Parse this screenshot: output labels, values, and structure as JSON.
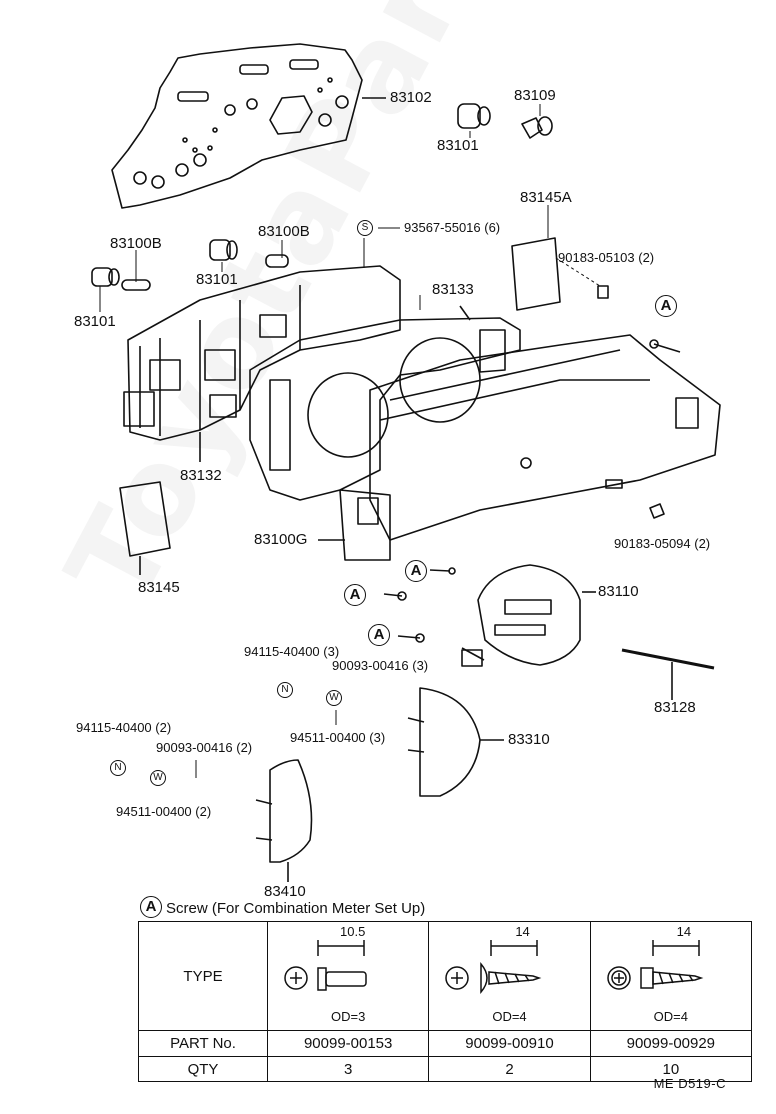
{
  "watermark": "ToyotaParts.ru",
  "parts": {
    "p83102": "83102",
    "p83109": "83109",
    "p83101_top": "83101",
    "p83145A": "83145A",
    "p93567": "93567-55016 (6)",
    "p83100B_left": "83100B",
    "p83100B_mid": "83100B",
    "p83101_mid": "83101",
    "p83101_left": "83101",
    "p90183_05103": "90183-05103 (2)",
    "p83133": "83133",
    "p83132": "83132",
    "p83145": "83145",
    "p83100G": "83100G",
    "p90183_05094": "90183-05094 (2)",
    "p83110": "83110",
    "p94115_3": "94115-40400 (3)",
    "p90093_3": "90093-00416 (3)",
    "p94511_3": "94511-00400 (3)",
    "p83310": "83310",
    "p83128": "83128",
    "p94115_2": "94115-40400 (2)",
    "p90093_2": "90093-00416 (2)",
    "p94511_2": "94511-00400 (2)",
    "p83410": "83410"
  },
  "markers": {
    "A": "A",
    "S": "S",
    "N": "N",
    "W": "W"
  },
  "table": {
    "title": "Screw (For Combination Meter Set Up)",
    "row_type": "TYPE",
    "row_part": "PART  No.",
    "row_qty": "QTY",
    "cols": [
      {
        "dim": "10.5",
        "od": "OD=3",
        "part": "90099-00153",
        "qty": "3"
      },
      {
        "dim": "14",
        "od": "OD=4",
        "part": "90099-00910",
        "qty": "2"
      },
      {
        "dim": "14",
        "od": "OD=4",
        "part": "90099-00929",
        "qty": "10"
      }
    ]
  },
  "footer_code": "ME  D519-C"
}
